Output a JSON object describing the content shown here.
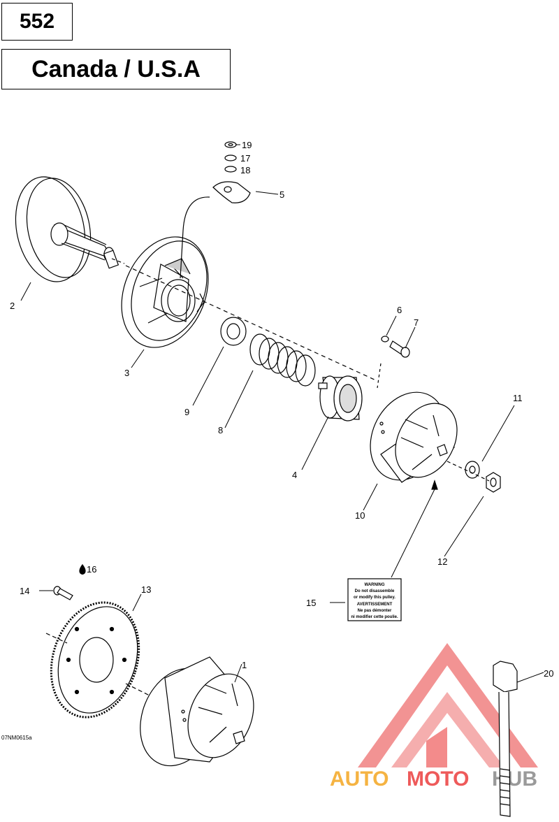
{
  "header": {
    "model": "552",
    "region": "Canada / U.S.A"
  },
  "callouts": [
    "1",
    "2",
    "3",
    "4",
    "5",
    "6",
    "7",
    "8",
    "9",
    "10",
    "11",
    "12",
    "13",
    "14",
    "15",
    "16",
    "17",
    "18",
    "19",
    "20"
  ],
  "warning_label": {
    "line1": "WARNING",
    "line2": "Do not disassemble",
    "line3": "or modify this pulley.",
    "line4": "AVERTISSEMENT",
    "line5": "Ne pas démonter",
    "line6": "ni modifier cette poulie."
  },
  "drawing_code": "07NM0615a",
  "watermark": {
    "part1": "AUTO",
    "part2": "MOTO",
    "part3": "HUB"
  },
  "colors": {
    "watermark_red": "#ee5a5a",
    "watermark_orange": "#f5b342",
    "watermark_gray": "#9a9a9a",
    "line": "#000000"
  }
}
